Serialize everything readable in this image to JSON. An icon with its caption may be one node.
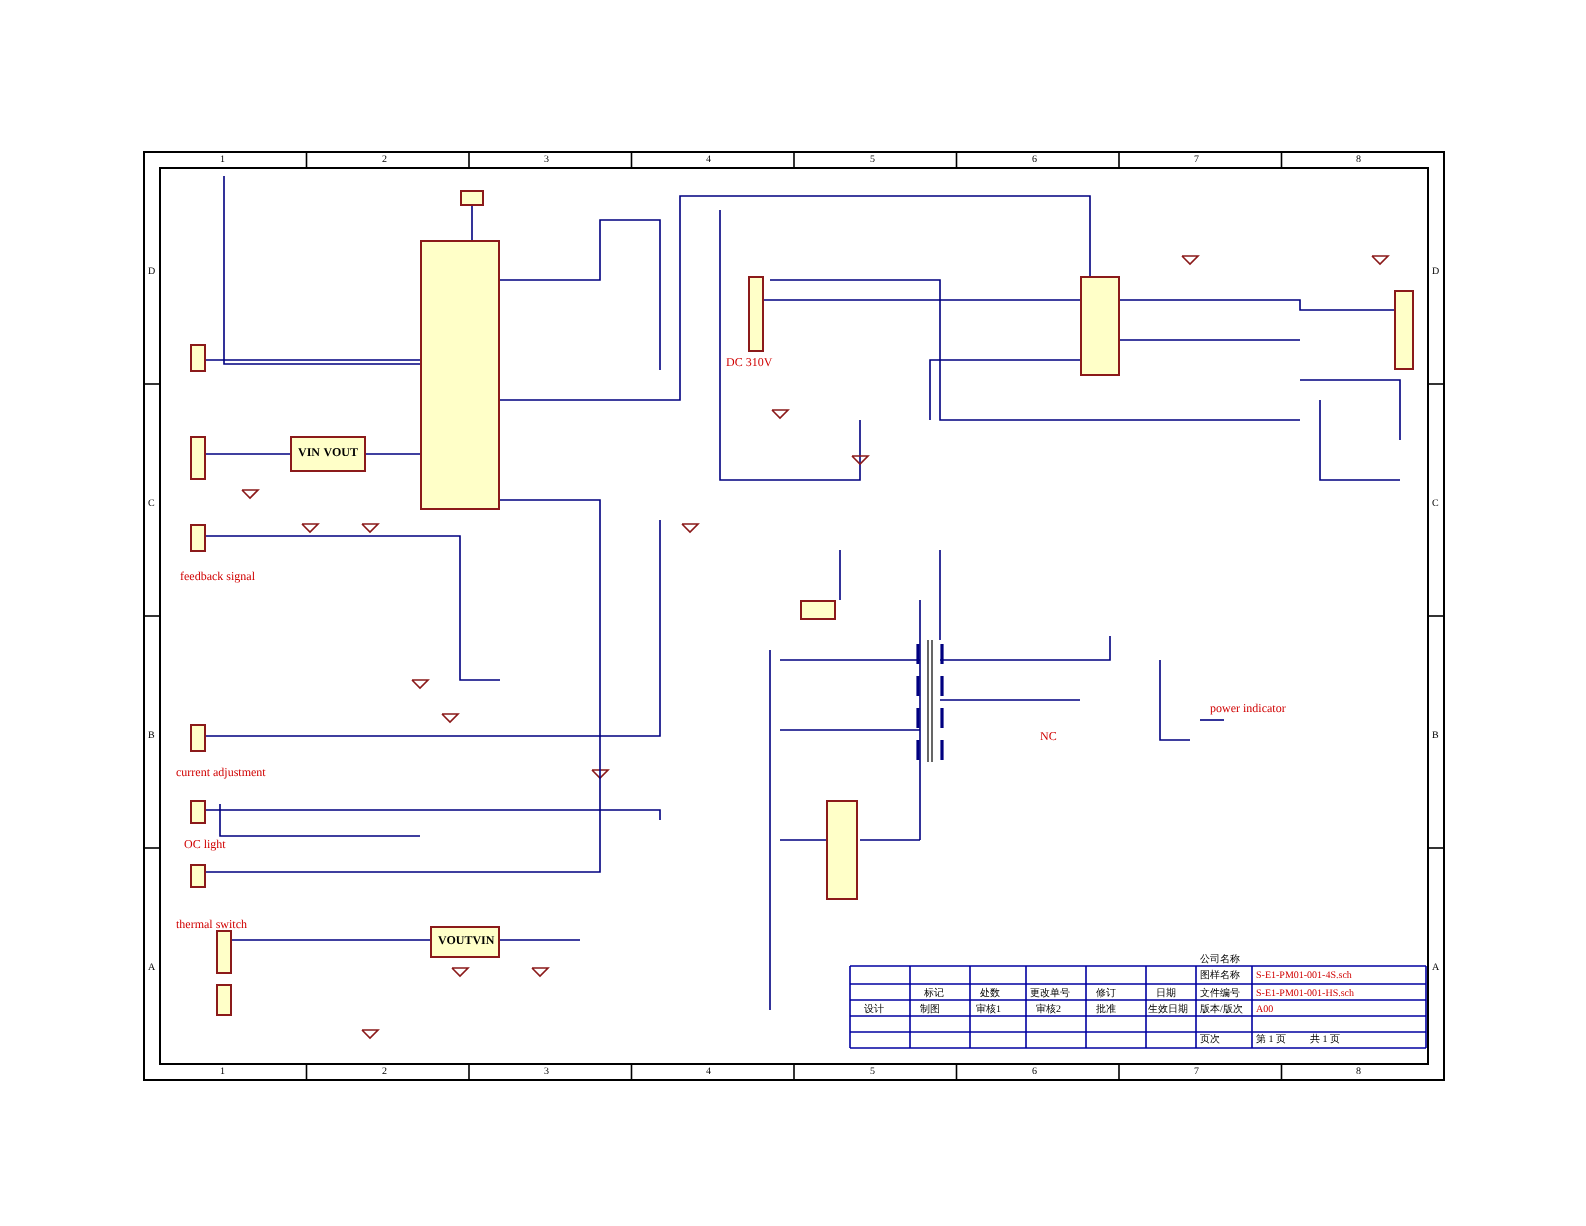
{
  "diagram": {
    "nodes": [
      {
        "text": [],
        "shape": "box"
      },
      {
        "text": [
          "VIN",
          "VOUT"
        ]
      },
      {
        "text": [],
        "shape": "box"
      },
      {
        "text": [],
        "shape": "box"
      },
      {
        "text": [],
        "shape": "picture"
      },
      {
        "text": [
          "VOUT",
          "VIN"
        ]
      },
      {
        "text": [],
        "shape": "box"
      },
      {
        "text": [],
        "shape": "box"
      },
      {
        "text": [],
        "shape": "box"
      },
      {
        "text": [],
        "shape": "box"
      },
      {
        "text": [],
        "shape": "box"
      },
      {
        "text": [],
        "shape": "box"
      },
      {
        "text": [],
        "shape": "box"
      },
      {
        "text": [],
        "shape": "box"
      },
      {
        "text": [],
        "shape": "box"
      },
      {
        "text": [],
        "shape": "box",
        "beside": [
          "DC 310V"
        ]
      },
      {
        "text": [],
        "shape": "box"
      },
      {
        "text": [],
        "shape": "box"
      }
    ],
    "edges": [
      {
        "from": 0,
        "to": 2,
        "arrow": "none"
      },
      {
        "from": 2,
        "to": 15,
        "arrow": "none"
      },
      {
        "from": 2,
        "to": 16,
        "arrow": "none"
      },
      {
        "from": 5,
        "to": 13,
        "arrow": "none"
      },
      {
        "from": 8,
        "to": 1,
        "arrow": "none"
      },
      {
        "from": 1,
        "to": 0,
        "arrow": "none"
      },
      {
        "from": 6,
        "to": 0,
        "arrow": "none"
      },
      {
        "from": 0,
        "to": 12,
        "arrow": "none"
      }
    ],
    "labels": [
      "1",
      "2",
      "3",
      "4",
      "5",
      "6",
      "7",
      "8",
      "D",
      "C",
      "B",
      "A",
      "feedback signal",
      "current adjustment",
      "OC light",
      "thermal switch",
      "power indicator",
      "NC",
      "公司名称",
      "图样名称",
      "S-E1-PM01-001-4S.sch",
      "标记",
      "处数",
      "更改单号",
      "修订",
      "日期",
      "文件编号",
      "S-E1-PM01-001-HS.sch",
      "设计",
      "制图",
      "审核1",
      "审核2",
      "批准",
      "生效日期",
      "版本/版次",
      "A00",
      "页次",
      "第 1 页",
      "共 1 页",
      "1",
      "2",
      "3",
      "4",
      "5",
      "6",
      "7",
      "8",
      "D",
      "C",
      "B",
      "A"
    ]
  }
}
